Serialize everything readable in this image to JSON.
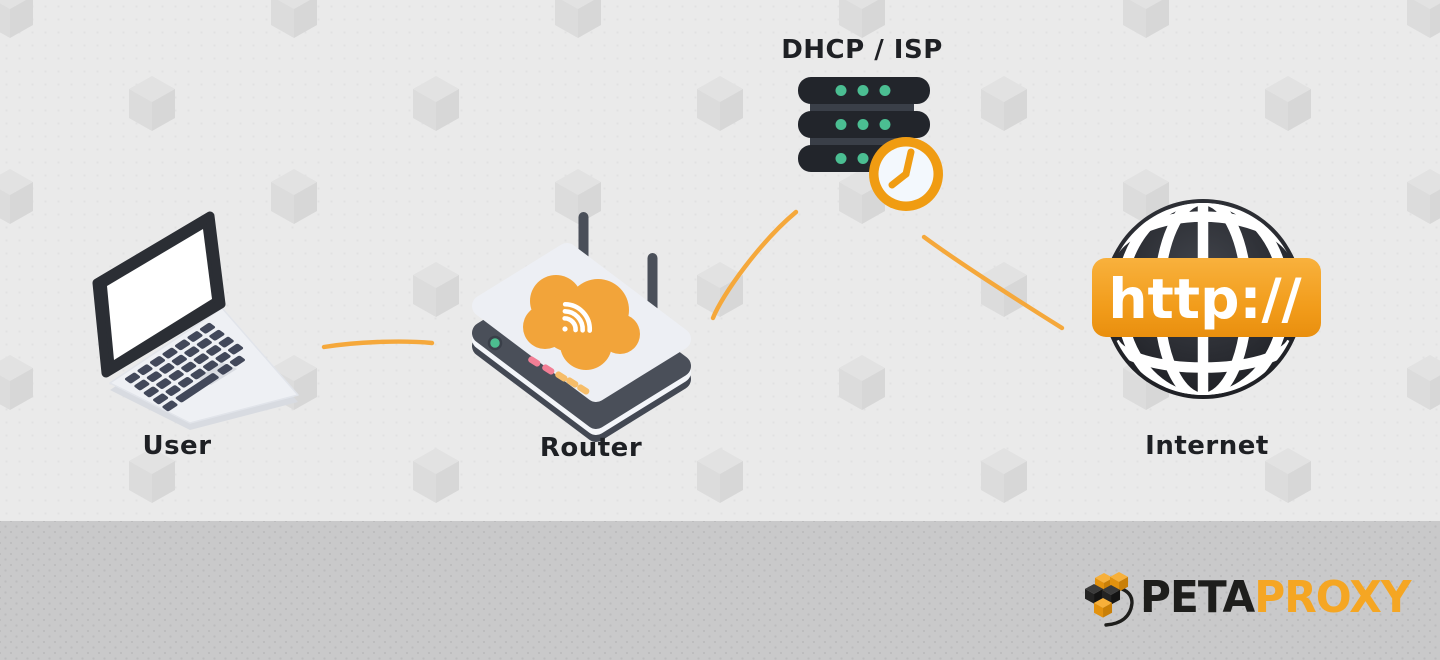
{
  "diagram": {
    "nodes": [
      {
        "id": "user",
        "label": "User",
        "icon": "laptop-icon"
      },
      {
        "id": "router",
        "label": "Router",
        "icon": "wifi-router-icon"
      },
      {
        "id": "dhcp_isp",
        "label": "DHCP / ISP",
        "icon": "server-stack-icon",
        "badge_icon": "clock-icon"
      },
      {
        "id": "internet",
        "label": "Internet",
        "icon": "globe-icon",
        "badge_text": "http://"
      }
    ],
    "connections": [
      {
        "from": "user",
        "to": "router"
      },
      {
        "from": "router",
        "to": "dhcp_isp"
      },
      {
        "from": "dhcp_isp",
        "to": "internet"
      }
    ]
  },
  "branding": {
    "logo_primary": "PETA",
    "logo_secondary": "PROXY"
  },
  "colors": {
    "accent_orange": "#F5A623",
    "dark_charcoal": "#22252B",
    "mint_green": "#4BBE92",
    "canvas_background": "#EAEAEA",
    "footer_background": "#C9C9CA",
    "label_text": "#1E2024"
  }
}
